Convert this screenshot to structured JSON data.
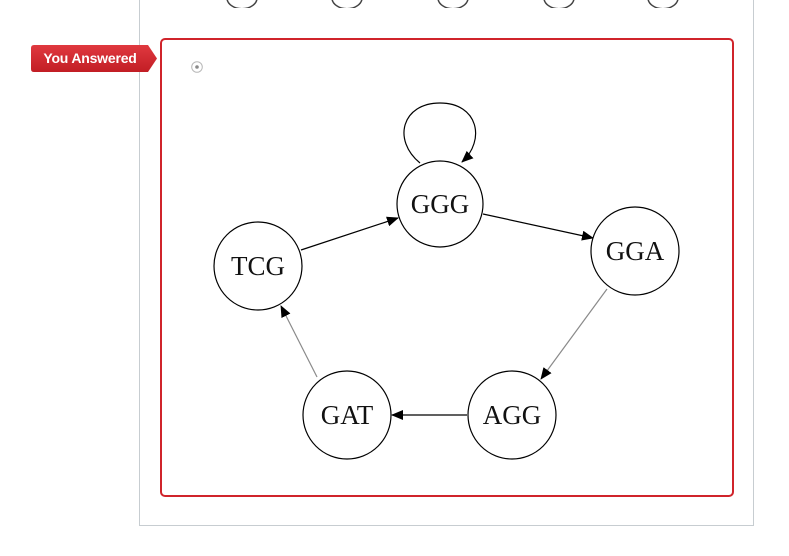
{
  "answer_flag": {
    "label": "You Answered",
    "color": "#d0242b"
  },
  "answer_option": {
    "selected": true,
    "border_color": "#d0242b"
  },
  "diagram": {
    "nodes": [
      {
        "id": "GGG",
        "label": "GGG"
      },
      {
        "id": "GGA",
        "label": "GGA"
      },
      {
        "id": "AGG",
        "label": "AGG"
      },
      {
        "id": "GAT",
        "label": "GAT"
      },
      {
        "id": "TCG",
        "label": "TCG"
      }
    ],
    "edges": [
      {
        "from": "GGG",
        "to": "GGG",
        "kind": "self-loop"
      },
      {
        "from": "GGG",
        "to": "GGA"
      },
      {
        "from": "GGA",
        "to": "AGG"
      },
      {
        "from": "AGG",
        "to": "GAT"
      },
      {
        "from": "GAT",
        "to": "TCG"
      },
      {
        "from": "TCG",
        "to": "GGG"
      }
    ]
  }
}
